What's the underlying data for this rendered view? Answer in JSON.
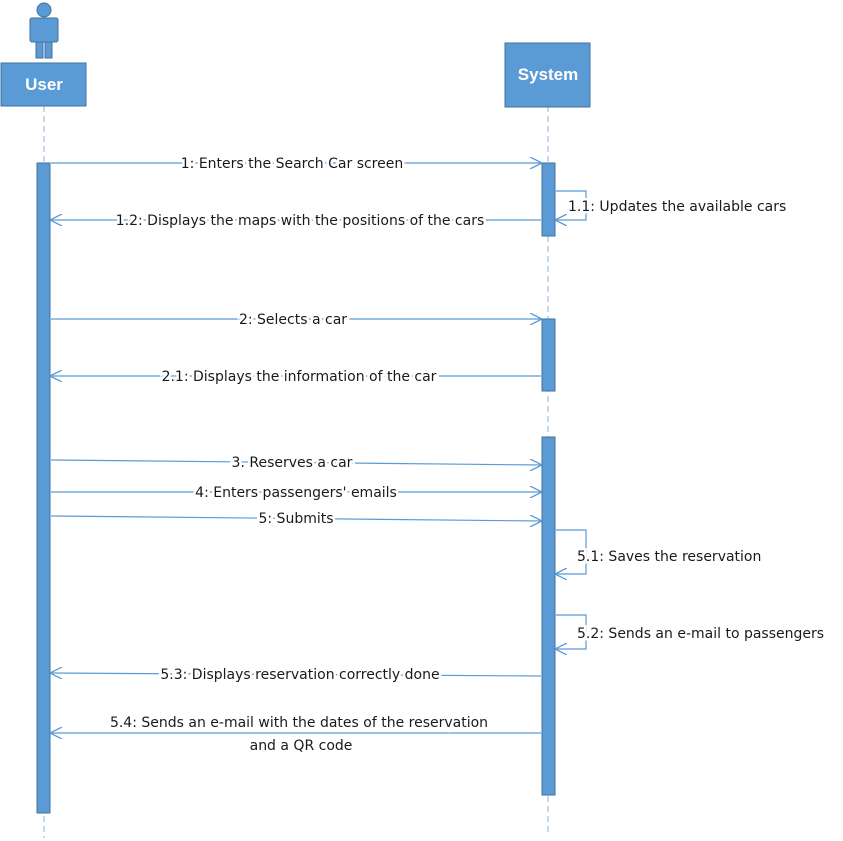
{
  "participants": {
    "user": {
      "label": "User"
    },
    "system": {
      "label": "System"
    }
  },
  "colors": {
    "box_fill": "#5B9BD5",
    "box_stroke": "#41719C",
    "line": "#5B9BD5",
    "lifeline": "#8EB3D8",
    "text": "#1a1a1a"
  },
  "messages": {
    "m1": "1: Enters the Search Car screen",
    "m11": "1.1: Updates the available cars",
    "m12": "1.2: Displays the maps with the positions of the cars",
    "m2": "2: Selects a car",
    "m21": "2.1: Displays the information of the car",
    "m3": "3. Reserves a car",
    "m4": "4: Enters passengers' emails",
    "m5": "5: Submits",
    "m51": "5.1: Saves the reservation",
    "m52": "5.2: Sends an e-mail to passengers",
    "m53": "5.3: Displays reservation correctly done",
    "m54_line1": "5.4: Sends an e-mail with the dates of the reservation",
    "m54_line2": "and a QR code"
  },
  "icons": {
    "actor": "stick-figure-icon"
  }
}
